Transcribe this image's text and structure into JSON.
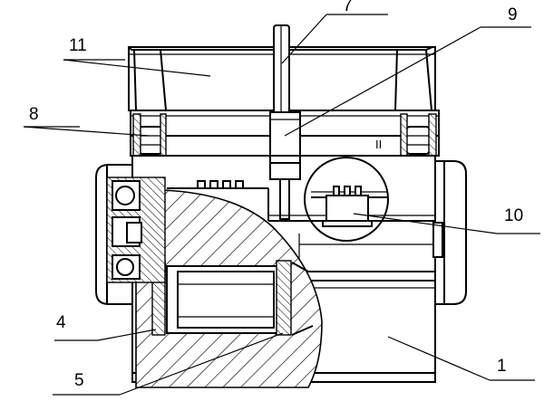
{
  "labels": {
    "l1": "1",
    "l4": "4",
    "l5": "5",
    "l7": "7",
    "l8": "8",
    "l9": "9",
    "l10": "10",
    "l11": "11",
    "detail_mark": "II"
  },
  "colors": {
    "line": "#000000",
    "background": "#ffffff"
  }
}
